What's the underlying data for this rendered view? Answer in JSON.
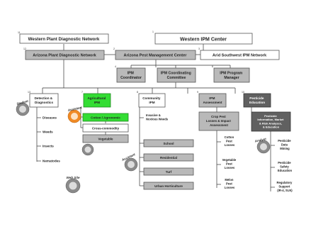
{
  "nodes": {
    "western_plant_diagnostic_network": "Western Plant Diagnostic Network",
    "western_ipm_center": "Western IPM Center",
    "arizona_plant_diagnostic_network": "Arizona Plant Diagnostic Network",
    "arizona_pest_management_center": "Arizona Pest Management Center",
    "arid_southwest_ipm_network": "Arid Southwest IPM Network",
    "ipm_coordinator": [
      "IPM",
      "Coordinator"
    ],
    "ipm_coordinating_committee": [
      "IPM Coordinating",
      "Committee"
    ],
    "ipm_program_manager": [
      "IPM Program",
      "Manager"
    ],
    "detection_diagnostics": [
      "Detection &",
      "Diagnostics"
    ],
    "agricultural_ipm": [
      "Agricultural",
      "IPM"
    ],
    "community_ipm": [
      "Community",
      "IPM"
    ],
    "ipm_assessment": [
      "IPM",
      "Assessment"
    ],
    "pesticide_education": [
      "Pesticide",
      "Education"
    ],
    "diseases": "Diseases",
    "weeds": "Weeds",
    "insects": "Insects",
    "nematodes": "Nematodes",
    "cotton_agronomic": "Cotton / Agronomic",
    "cross_commodity": "Cross-commodity",
    "vegetable": "Vegetable",
    "invasive_noxious_weeds": [
      "Invasive &",
      "Noxious Weeds"
    ],
    "school": "School",
    "residential": "Residential",
    "turf": "Turf",
    "urban_horticulture": "Urban Horticulture",
    "crop_pest_losses": [
      "Crop Pest",
      "Losses & Impact",
      "Assessment"
    ],
    "cotton_pest_losses": [
      "Cotton",
      "Pest",
      "Losses"
    ],
    "vegetable_pest_losses": [
      "Vegetable",
      "Pest",
      "Losses"
    ],
    "melon_pest_losses": [
      "Melon",
      "Pest",
      "Losses"
    ],
    "pesticide_information": [
      "Pesticide",
      "Information, Market",
      "& Risk Analyses,",
      "& Education"
    ],
    "pesticide_data_mining": [
      "Pesticide",
      "Data",
      "Mining"
    ],
    "pesticide_safety_education": [
      "Pesticide",
      "Safety",
      "Education"
    ],
    "regulatory_support": [
      "Regulatory",
      "Support",
      "(IR-4, SLN)"
    ]
  },
  "people_labels": {
    "student": "Student",
    "assistant_1": "Assistant",
    "assistant_2": "Assistant",
    "analyst": "Analyst",
    "web_site": "Web Site"
  },
  "colors": {
    "white_box": "#ffffff",
    "gray_box": "#b9b9b9",
    "dark_box": "#606060",
    "green_box": "#33dd33",
    "orange_badge": "#f08a24"
  }
}
